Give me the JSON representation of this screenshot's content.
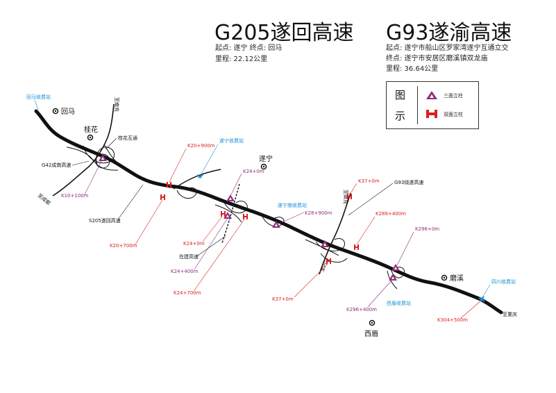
{
  "titles": {
    "g205": "G205遂回高速",
    "g93": "G93遂渝高速"
  },
  "g205_info": {
    "start_end": "起点: 遂宁     终点: 回马",
    "length": "里程: 22.12公里"
  },
  "g93_info": {
    "start": "起点: 遂宁市船山区罗家湾遂宁互通立交",
    "end": "终点: 遂宁市安居区磨溪镇双龙庙",
    "length": "里程: 36.64公里"
  },
  "legend": {
    "title_top": "图",
    "title_bottom": "示",
    "items": [
      {
        "label": "三面立柱",
        "icon": "triangle-pillar-icon",
        "color": "#8b2f7a"
      },
      {
        "label": "双面立柱",
        "icon": "double-pillar-icon",
        "color": "#d9211e"
      }
    ]
  },
  "towns": {
    "huima": "回马",
    "guihua": "桂花",
    "suining": "遂宁",
    "moxi": "磨溪",
    "ximei": "西眉"
  },
  "toll_stations": {
    "huima": "回马收费站",
    "suining": "遂宁收费站",
    "suining_south": "遂宁南收费站",
    "ximei": "西眉收费站",
    "sichuan": "四川收费站"
  },
  "roads": {
    "to_nanchong_1": "至南充",
    "guihua_interchange": "桂花互通",
    "g42": "G42成南高速",
    "to_chengdu": "至成都",
    "s205": "S205遂回高速",
    "under_construction": "在建高速",
    "to_nanchong_2": "至南充",
    "g93_connector": "G93绕遂高速",
    "to_neijiang": "至内江",
    "to_chongqing": "至重庆"
  },
  "stakes": {
    "k10_100": "K10+100m",
    "k20_900": "K20+900m",
    "k20_700": "K20+700m",
    "k24_0_top": "K24+0m",
    "k24_0_left": "K24+0m",
    "k24_400": "K24+400m",
    "k24_700": "K24+700m",
    "k28_900": "K28+900m",
    "k37_0_top": "K37+0m",
    "k37_0_bottom": "K37+0m",
    "k289_400": "K289+400m",
    "k296_0": "K296+0m",
    "k296_400": "K296+400m",
    "k304_500": "K304+500m"
  },
  "colors": {
    "road": "#111111",
    "triangle_pillar": "#8b2f7a",
    "double_pillar": "#d9211e",
    "toll": "#1a8fd6",
    "stake_red": "#d9211e",
    "stake_purple": "#8b2f7a"
  }
}
